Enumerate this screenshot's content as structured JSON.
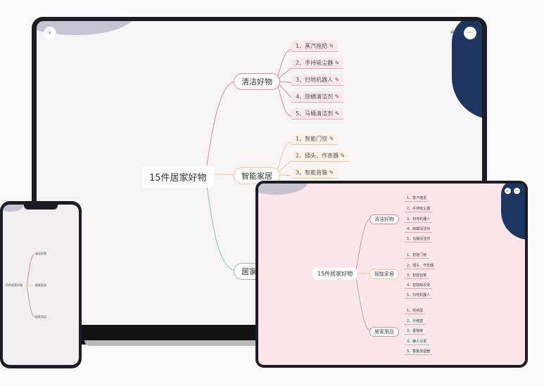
{
  "mindmap": {
    "root": "15件居家好物",
    "categories": [
      {
        "label": "清洁好物",
        "items": [
          "1、蒸汽拖把",
          "2、手持吸尘器",
          "3、扫地机器人",
          "4、除螨清洁剂",
          "5、马桶清洁剂"
        ]
      },
      {
        "label": "智能家居",
        "items": [
          "1、智能门锁",
          "2、插头、作息器",
          "3、智能音箱",
          "4、智能晾衣架",
          "5、扫地机器人"
        ]
      },
      {
        "label": "居家用品",
        "items": [
          "1、收纳盒",
          "2、分格盒",
          "3、置物架",
          "4、懒人沙发",
          "5、香薰加湿器"
        ]
      }
    ]
  },
  "icons": {
    "back": "chevron-left-icon",
    "more": "more-icon",
    "search": "search-icon",
    "edit": "pencil-icon"
  },
  "colors": {
    "branch1": "#d98ca0",
    "branch2": "#f3c89a",
    "branch3": "#8cc7c3",
    "accent": "#1e3560"
  }
}
